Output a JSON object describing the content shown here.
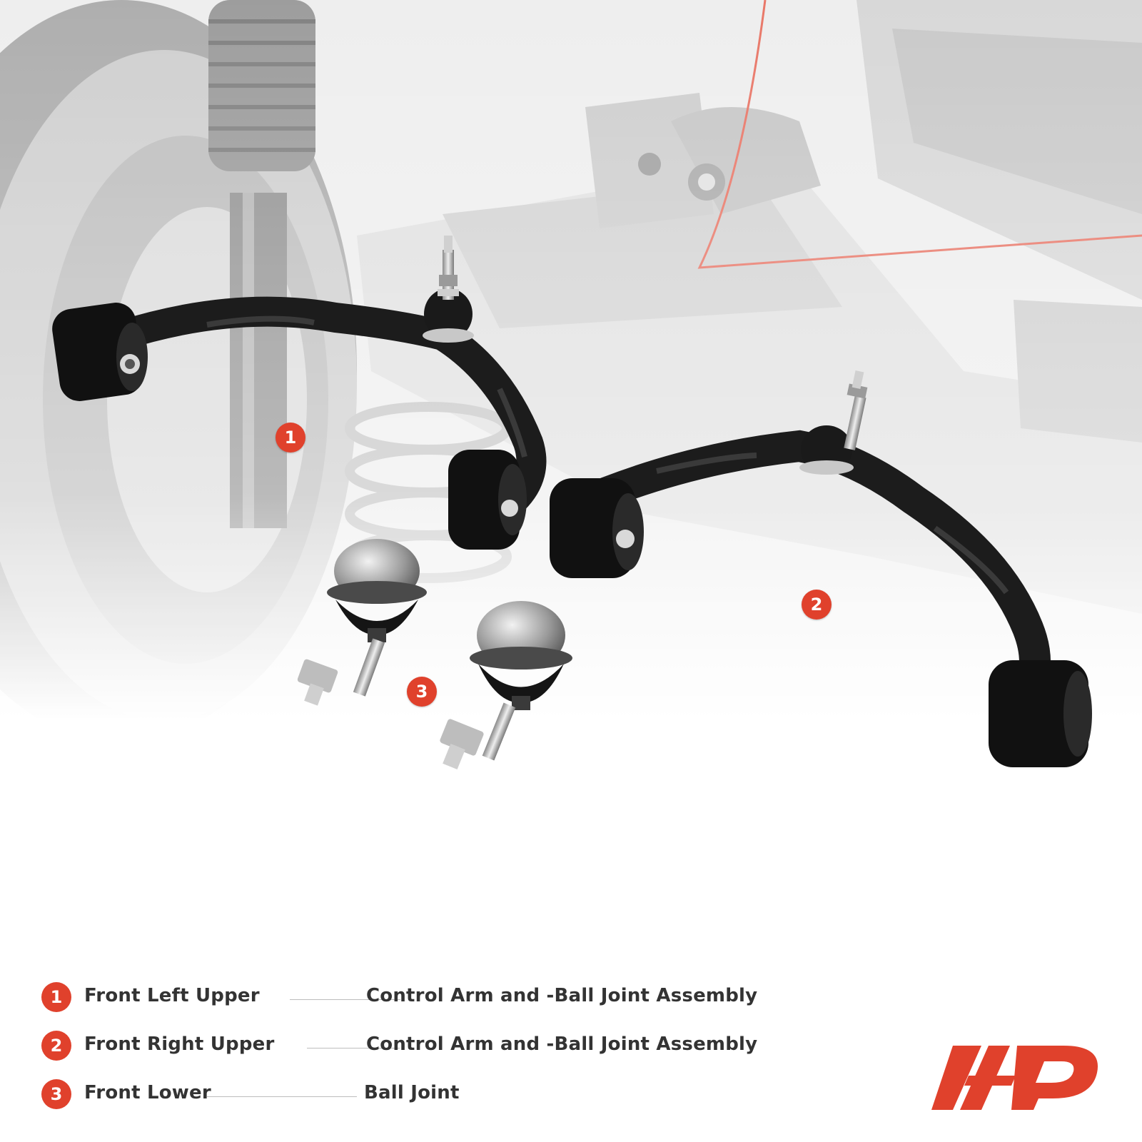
{
  "legend": [
    {
      "number": "1",
      "part": "Front Left Upper",
      "description": "Control Arm and -Ball Joint Assembly"
    },
    {
      "number": "2",
      "part": "Front Right Upper",
      "description": "Control Arm and -Ball Joint Assembly"
    },
    {
      "number": "3",
      "part": "Front Lower",
      "description": "Ball Joint"
    }
  ],
  "markers": [
    "1",
    "2",
    "3"
  ],
  "colors": {
    "accent": "#e0412c",
    "text": "#333333",
    "arm": "#1c1c1c",
    "background": "#ffffff"
  },
  "icons": {
    "logo": "brand-logo-icon"
  }
}
